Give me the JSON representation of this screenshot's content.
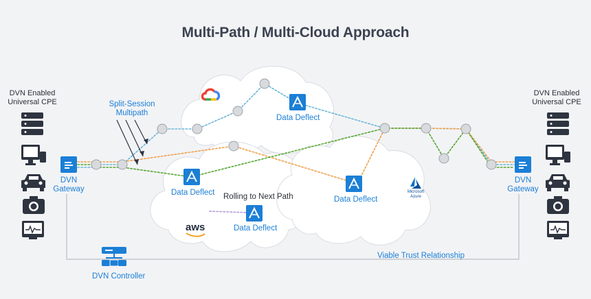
{
  "title": "Multi-Path / Multi-Cloud Approach",
  "left_cpe": {
    "line1": "DVN Enabled",
    "line2": "Universal CPE"
  },
  "right_cpe": {
    "line1": "DVN Enabled",
    "line2": "Universal CPE"
  },
  "split_session": {
    "line1": "Split-Session",
    "line2": "Multipath"
  },
  "left_gateway": {
    "line1": "DVN",
    "line2": "Gateway"
  },
  "right_gateway": {
    "line1": "DVN",
    "line2": "Gateway"
  },
  "data_deflect_labels": [
    "Data Deflect",
    "Data Deflect",
    "Data Deflect",
    "Data Deflect"
  ],
  "rolling_label": "Rolling to Next Path",
  "aws_label": "aws",
  "azure_label": {
    "line1": "Microsoft",
    "line2": "Azure"
  },
  "controller_label": "DVN Controller",
  "trust_label": "Viable Trust Relationship",
  "colors": {
    "accent": "#1b7fd6",
    "dark_icon": "#2e3440",
    "orange_path": "#f0a04b",
    "green_path": "#55a630",
    "teal_path": "#6ab7d8",
    "node": "#d8dadd"
  },
  "icons": [
    "server-icon",
    "monitor-icon",
    "car-icon",
    "camera-icon",
    "health-monitor-icon",
    "google-cloud-icon",
    "azure-icon"
  ]
}
